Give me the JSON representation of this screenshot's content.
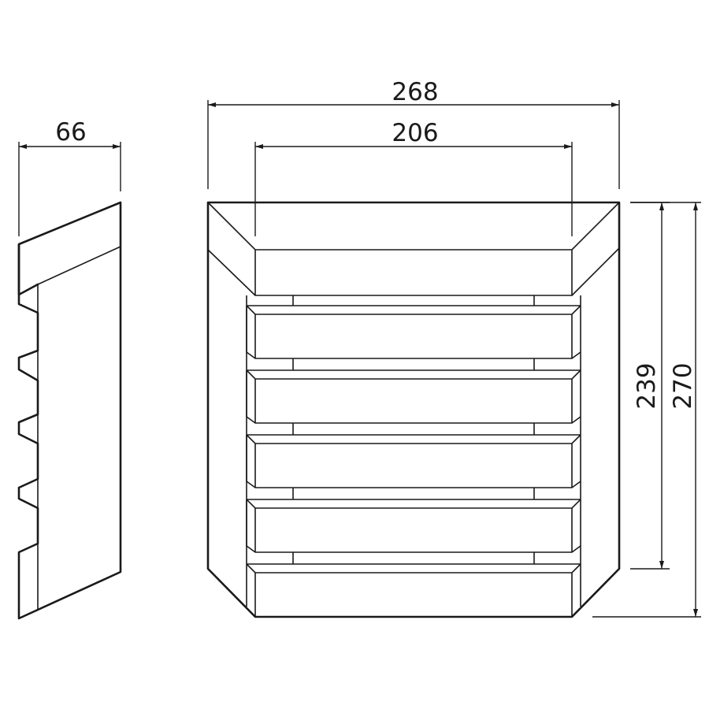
{
  "drawing": {
    "line_color": "#1a1a1a",
    "side_view": {
      "depth_label": "66"
    },
    "front_view": {
      "overall_width_label": "268",
      "inner_width_label": "206",
      "inner_height_label": "239",
      "overall_height_label": "270",
      "louver_count": 5
    }
  }
}
